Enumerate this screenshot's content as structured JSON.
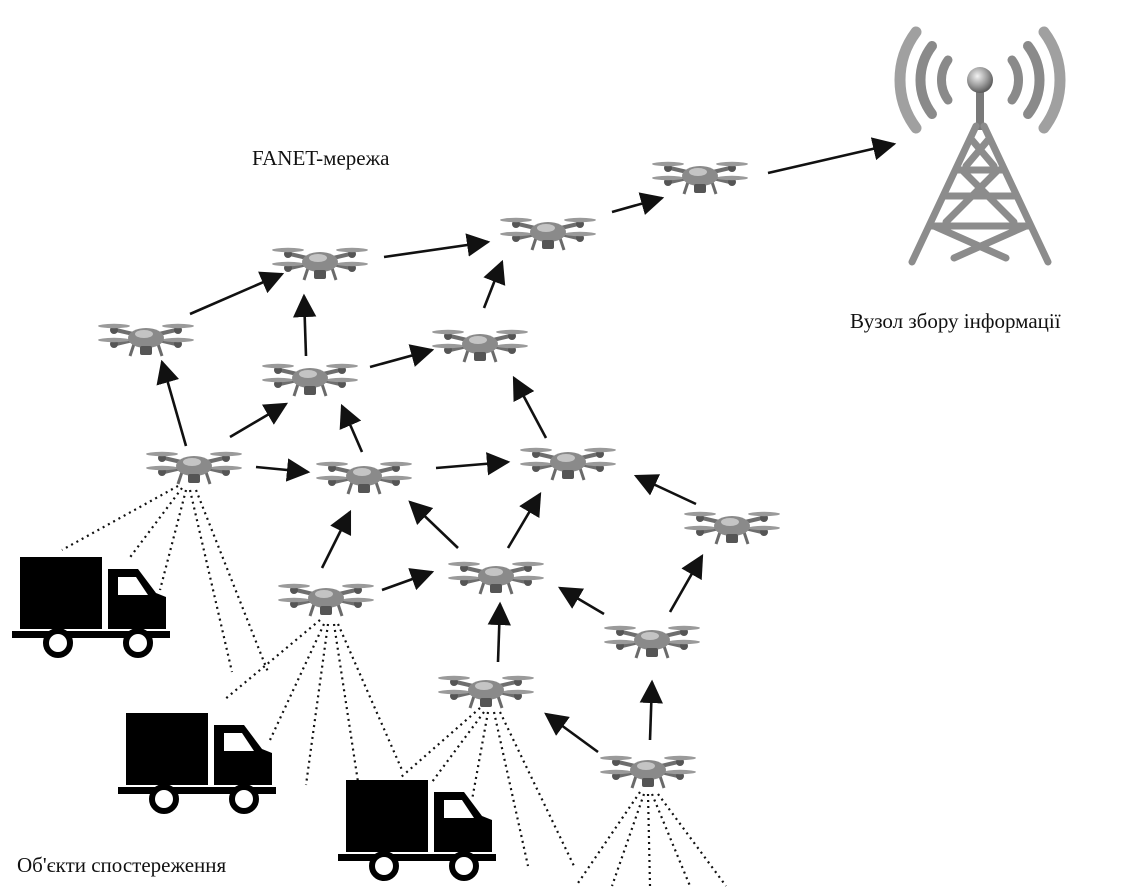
{
  "labels": {
    "network": "FANET-мережа",
    "collector": "Вузол збору інформації",
    "objects": "Об'єкти спостереження"
  },
  "colors": {
    "arrow": "#111111",
    "drone_body": "#8a8a8a",
    "drone_dark": "#555555",
    "truck": "#000000",
    "tower": "#8c8c8c",
    "waves": "#8a8a8a"
  },
  "icons": {
    "drone": "quadcopter-drone-icon",
    "truck": "truck-icon",
    "tower": "radio-tower-icon"
  }
}
